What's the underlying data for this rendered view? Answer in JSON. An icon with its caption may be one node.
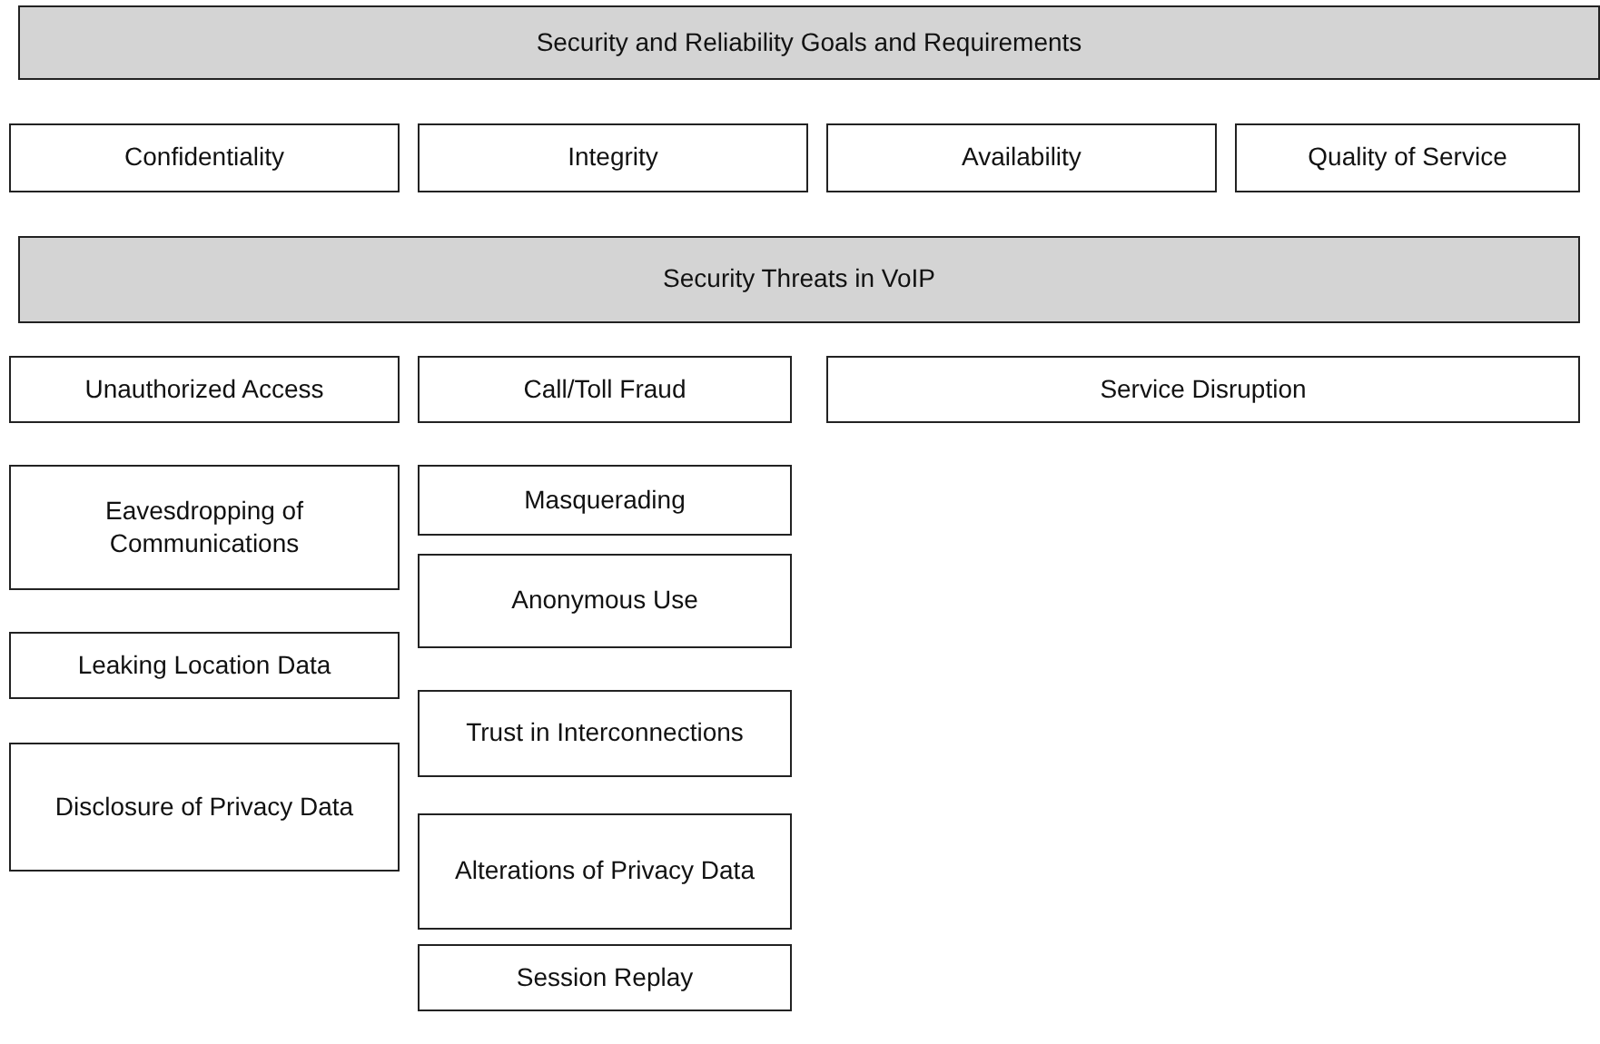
{
  "diagram": {
    "nodes": [
      {
        "text": [
          "Security and Reliability Goals and Requirements"
        ]
      },
      {
        "text": [
          "Confidentiality"
        ]
      },
      {
        "text": [
          "Integrity"
        ]
      },
      {
        "text": [
          "Availability"
        ]
      },
      {
        "text": [
          "Quality of Service"
        ]
      },
      {
        "text": [
          "Security Threats in VoIP"
        ]
      },
      {
        "text": [
          "Unauthorized Access"
        ]
      },
      {
        "text": [
          "Call/Toll Fraud"
        ]
      },
      {
        "text": [
          "Service Disruption"
        ]
      },
      {
        "text": [
          "Eavesdropping of Communications"
        ]
      },
      {
        "text": [
          "Masquerading"
        ]
      },
      {
        "text": [
          "Anonymous Use"
        ]
      },
      {
        "text": [
          "Leaking Location Data"
        ]
      },
      {
        "text": [
          "Trust in Interconnections"
        ]
      },
      {
        "text": [
          "Disclosure of Privacy Data"
        ]
      },
      {
        "text": [
          "Alterations of Privacy Data"
        ]
      },
      {
        "text": [
          "Session Replay"
        ]
      }
    ]
  }
}
